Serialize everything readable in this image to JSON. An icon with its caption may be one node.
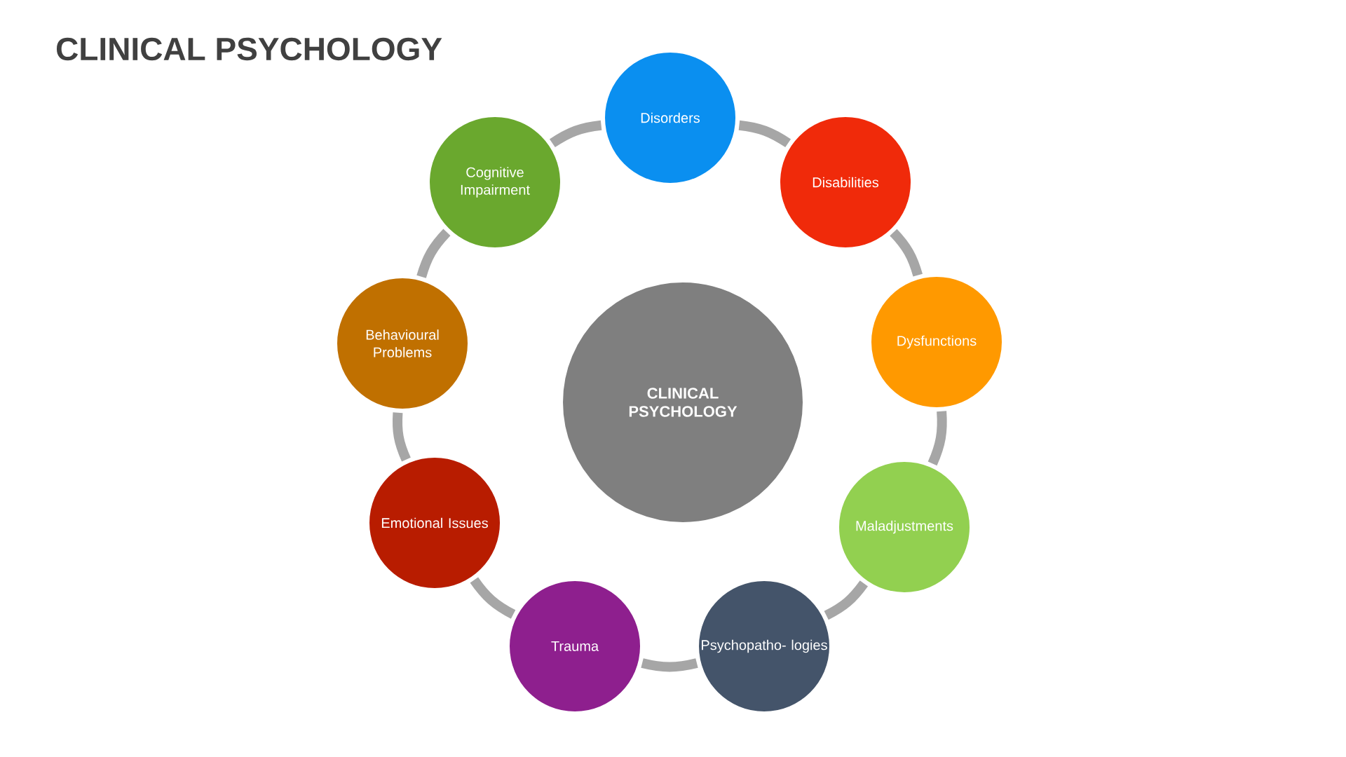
{
  "diagram": {
    "title": "CLINICAL PSYCHOLOGY",
    "nodes": [
      {
        "text": [
          "CLINICAL PSYCHOLOGY"
        ]
      },
      {
        "text": [
          "Disorders"
        ]
      },
      {
        "text": [
          "Disabilities"
        ]
      },
      {
        "text": [
          "Dysfunctions"
        ]
      },
      {
        "text": [
          "Maladjustments"
        ]
      },
      {
        "text": [
          "Psychopatho- logies"
        ]
      },
      {
        "text": [
          "Trauma"
        ]
      },
      {
        "text": [
          "Emotional Issues"
        ]
      },
      {
        "text": [
          "Behavioural Problems"
        ]
      },
      {
        "text": [
          "Cognitive Impairment"
        ]
      }
    ],
    "edges": [
      {
        "from": 1,
        "to": 2,
        "arrow": "none"
      },
      {
        "from": 2,
        "to": 3,
        "arrow": "none"
      },
      {
        "from": 3,
        "to": 4,
        "arrow": "none"
      },
      {
        "from": 4,
        "to": 5,
        "arrow": "none"
      },
      {
        "from": 5,
        "to": 6,
        "arrow": "none"
      },
      {
        "from": 6,
        "to": 7,
        "arrow": "none"
      },
      {
        "from": 7,
        "to": 8,
        "arrow": "none"
      },
      {
        "from": 8,
        "to": 9,
        "arrow": "none"
      },
      {
        "from": 9,
        "to": 1,
        "arrow": "none"
      }
    ]
  }
}
